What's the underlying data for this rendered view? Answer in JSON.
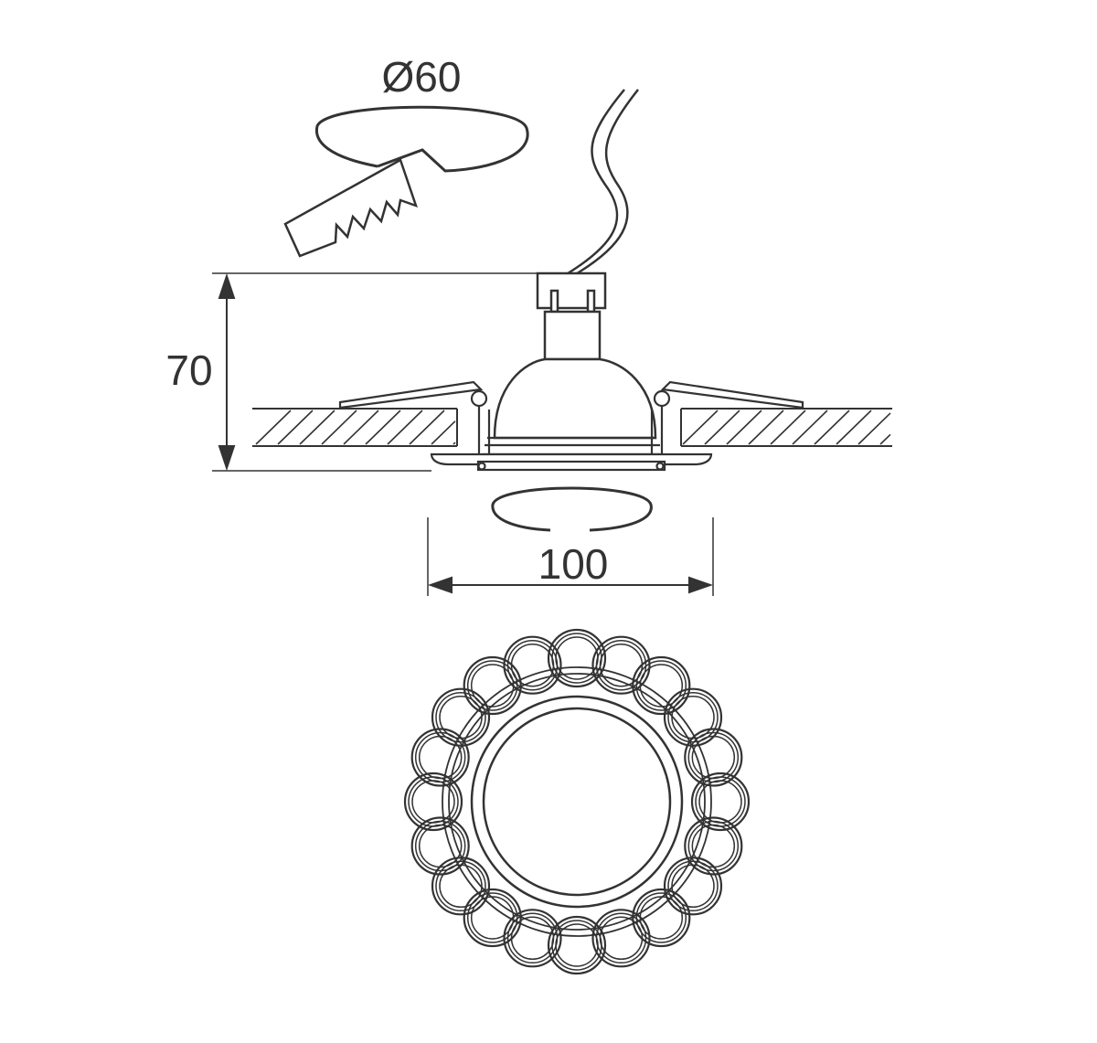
{
  "dimensions": {
    "cutout_diameter": "Ø60",
    "height": "70",
    "outer_diameter": "100"
  },
  "colors": {
    "line": "#333333",
    "background": "#ffffff"
  },
  "top_view": {
    "ring_count": 20
  }
}
